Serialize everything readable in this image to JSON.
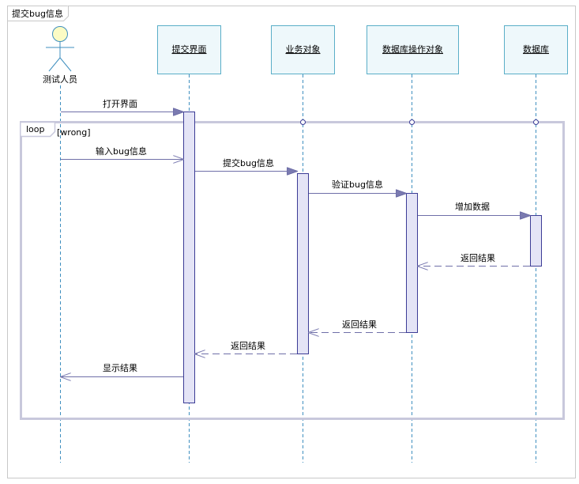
{
  "frame": {
    "title": "提交bug信息"
  },
  "actor": {
    "label": "测试人员"
  },
  "lifelines": [
    {
      "label": "提交界面"
    },
    {
      "label": "业务对象"
    },
    {
      "label": "数据库操作对象"
    },
    {
      "label": "数据库"
    }
  ],
  "loop": {
    "keyword": "loop",
    "guard": "[wrong]"
  },
  "messages": [
    {
      "label": "打开界面"
    },
    {
      "label": "输入bug信息"
    },
    {
      "label": "提交bug信息"
    },
    {
      "label": "验证bug信息"
    },
    {
      "label": "增加数据"
    },
    {
      "label": "返回结果"
    },
    {
      "label": "返回结果"
    },
    {
      "label": "返回结果"
    },
    {
      "label": "显示结果"
    }
  ],
  "colors": {
    "lifeline_box_fill": "#eef8fb",
    "lifeline_box_border": "#5aaec8",
    "lifeline_dash": "#3f8fbf",
    "activation_fill": "#e4e4f6",
    "activation_border": "#3c3c96",
    "arrow": "#6f6fa8",
    "loop_border": "#c8c8dc",
    "actor_head": "#fbfbc4"
  }
}
